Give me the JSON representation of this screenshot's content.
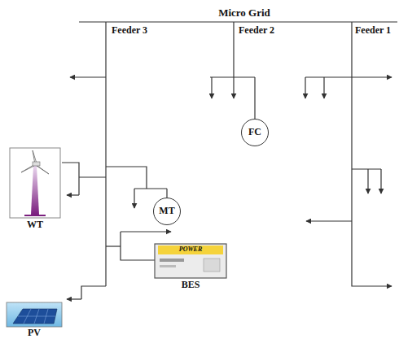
{
  "diagram": {
    "title": "Micro Grid",
    "nodes": [
      {
        "text": [
          "FC"
        ]
      },
      {
        "text": [
          "WT"
        ]
      },
      {
        "text": [
          "MT"
        ]
      },
      {
        "text": [
          "POWER",
          "BES"
        ]
      },
      {
        "text": [
          "PV"
        ]
      }
    ],
    "labels": [
      "Feeder 3",
      "Feeder 2",
      "Feeder 1"
    ]
  }
}
